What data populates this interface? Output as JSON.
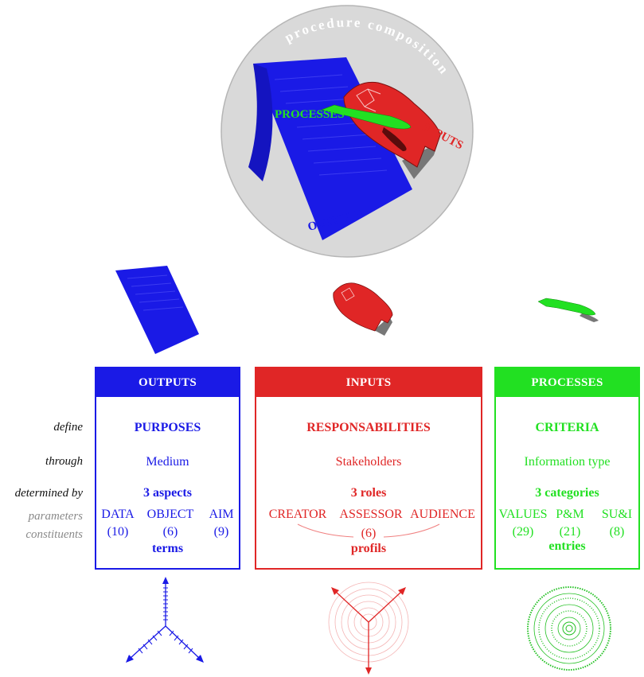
{
  "header": {
    "circle_title": "procedure composition",
    "processes": "PROCESSES",
    "inputs": "INPUTS",
    "outputs": "OUTPUTS"
  },
  "row_labels": {
    "define": "define",
    "through": "through",
    "determined_by": "determined by",
    "parameters": "parameters",
    "constituents": "constituents"
  },
  "columns": {
    "outputs": {
      "title": "OUTPUTS",
      "define": "PURPOSES",
      "through": "Medium",
      "determined": "3 aspects",
      "params": [
        {
          "name": "DATA",
          "count": "(10)"
        },
        {
          "name": "OBJECT",
          "count": "(6)"
        },
        {
          "name": "AIM",
          "count": "(9)"
        }
      ],
      "constituent": "terms"
    },
    "inputs": {
      "title": "INPUTS",
      "define": "RESPONSABILITIES",
      "through": "Stakeholders",
      "determined": "3 roles",
      "params": [
        {
          "name": "CREATOR"
        },
        {
          "name": "ASSESSOR"
        },
        {
          "name": "AUDIENCE"
        }
      ],
      "shared_count": "(6)",
      "constituent": "profils"
    },
    "processes": {
      "title": "PROCESSES",
      "define": "CRITERIA",
      "through": "Information type",
      "determined": "3 categories",
      "params": [
        {
          "name": "VALUES",
          "count": "(29)"
        },
        {
          "name": "P&M",
          "count": "(21)"
        },
        {
          "name": "SU&I",
          "count": "(8)"
        }
      ],
      "constituent": "entries"
    }
  },
  "colors": {
    "blue": "#1a1ae6",
    "red": "#e02626",
    "green": "#22e022",
    "circle": "#d9d9d9"
  }
}
